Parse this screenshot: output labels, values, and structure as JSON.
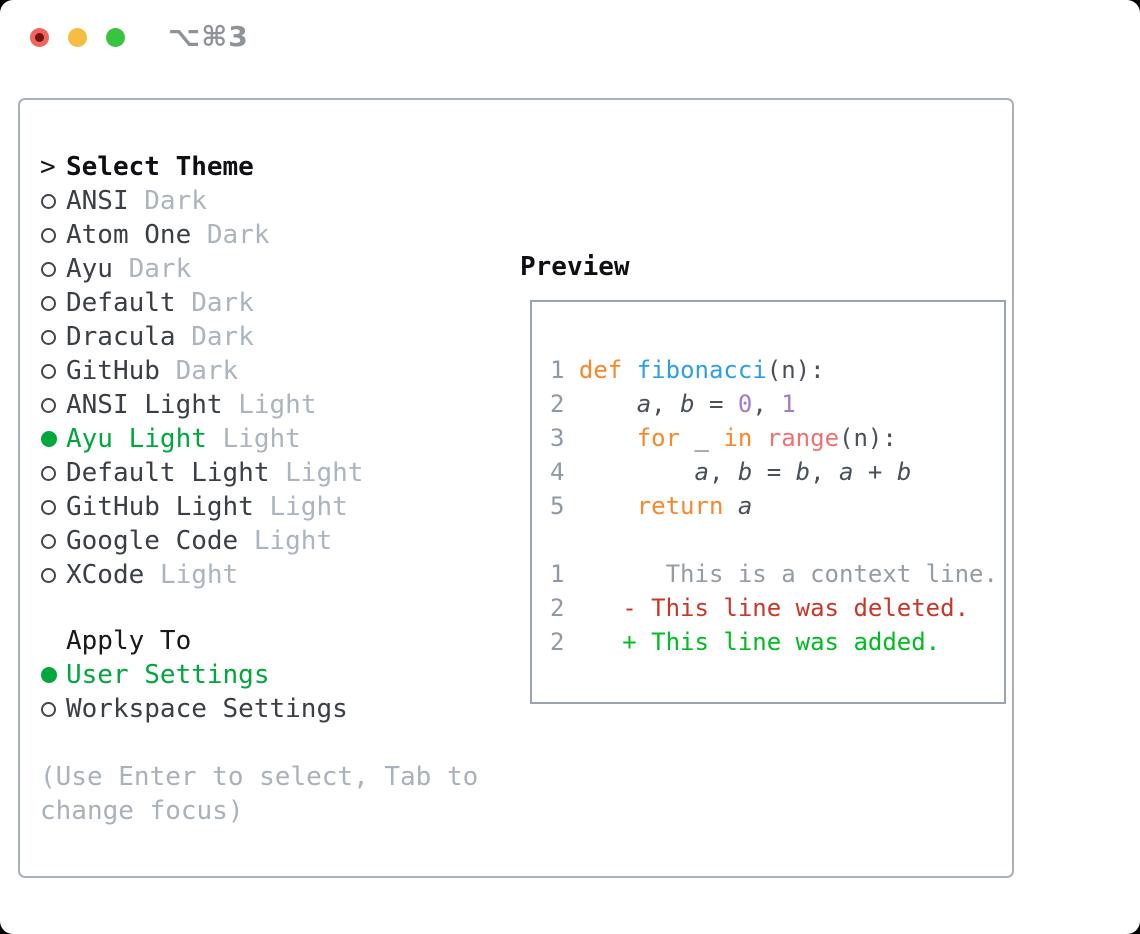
{
  "window": {
    "title": "⌥⌘3",
    "controls": [
      "close",
      "minimize",
      "zoom"
    ]
  },
  "colors": {
    "accent_green": "#00a73d",
    "added_green": "#00bb21",
    "deleted_red": "#c93728",
    "keyword_orange": "#f8872b",
    "function_blue": "#2f9fe5",
    "number_purple": "#a37acc",
    "call_coral": "#f07171",
    "line_number_gray": "#8f99a3",
    "context_gray": "#949ca4",
    "suffix_gray": "#abb4bf",
    "panel_border_gray": "#a9b0ba",
    "traffic_red": "#f2635c",
    "traffic_yellow": "#f5bd41",
    "traffic_green": "#38c440"
  },
  "theme_list": {
    "rows": [
      {
        "marker": "prompt",
        "label": "Select Theme",
        "suffix": "",
        "style": "header"
      },
      {
        "marker": "off",
        "label": "ANSI",
        "suffix": "Dark",
        "style": ""
      },
      {
        "marker": "off",
        "label": "Atom One",
        "suffix": "Dark",
        "style": ""
      },
      {
        "marker": "off",
        "label": "Ayu",
        "suffix": "Dark",
        "style": ""
      },
      {
        "marker": "off",
        "label": "Default",
        "suffix": "Dark",
        "style": ""
      },
      {
        "marker": "off",
        "label": "Dracula",
        "suffix": "Dark",
        "style": ""
      },
      {
        "marker": "off",
        "label": "GitHub",
        "suffix": "Dark",
        "style": ""
      },
      {
        "marker": "off",
        "label": "ANSI Light",
        "suffix": "Light",
        "style": ""
      },
      {
        "marker": "on",
        "label": "Ayu Light",
        "suffix": "Light",
        "style": "green"
      },
      {
        "marker": "off",
        "label": "Default Light",
        "suffix": "Light",
        "style": ""
      },
      {
        "marker": "off",
        "label": "GitHub Light",
        "suffix": "Light",
        "style": ""
      },
      {
        "marker": "off",
        "label": "Google Code",
        "suffix": "Light",
        "style": ""
      },
      {
        "marker": "off",
        "label": "XCode",
        "suffix": "Light",
        "style": ""
      }
    ]
  },
  "apply_to": {
    "rows": [
      {
        "marker": "none",
        "label": "Apply To",
        "suffix": "",
        "style": "section"
      },
      {
        "marker": "on",
        "label": "User Settings",
        "suffix": "",
        "style": "green"
      },
      {
        "marker": "off",
        "label": "Workspace Settings",
        "suffix": "",
        "style": ""
      }
    ]
  },
  "hint": {
    "lines": [
      "(Use Enter to select, Tab to",
      "change focus)"
    ]
  },
  "preview": {
    "title": "Preview",
    "code_lines": [
      [
        [
          "1",
          "num"
        ],
        [
          " ",
          "pl"
        ],
        [
          "def",
          "kw"
        ],
        [
          " ",
          "pl"
        ],
        [
          "fibonacci",
          "fn"
        ],
        [
          "(n):",
          "pl"
        ]
      ],
      [
        [
          "2",
          "num"
        ],
        [
          "     ",
          "pl"
        ],
        [
          "a",
          "var"
        ],
        [
          ", ",
          "pl"
        ],
        [
          "b",
          "var"
        ],
        [
          " = ",
          "pl"
        ],
        [
          "0",
          "lit"
        ],
        [
          ", ",
          "pl"
        ],
        [
          "1",
          "lit"
        ]
      ],
      [
        [
          "3",
          "num"
        ],
        [
          "     ",
          "pl"
        ],
        [
          "for",
          "kw"
        ],
        [
          " _ ",
          "pl"
        ],
        [
          "in",
          "kw"
        ],
        [
          " ",
          "pl"
        ],
        [
          "range",
          "call"
        ],
        [
          "(n):",
          "pl"
        ]
      ],
      [
        [
          "4",
          "num"
        ],
        [
          "         ",
          "pl"
        ],
        [
          "a",
          "var"
        ],
        [
          ", ",
          "pl"
        ],
        [
          "b",
          "var"
        ],
        [
          " = ",
          "pl"
        ],
        [
          "b",
          "var"
        ],
        [
          ", ",
          "pl"
        ],
        [
          "a",
          "var"
        ],
        [
          " + ",
          "pl"
        ],
        [
          "b",
          "var"
        ]
      ],
      [
        [
          "5",
          "num"
        ],
        [
          "     ",
          "pl"
        ],
        [
          "return",
          "kw"
        ],
        [
          " ",
          "pl"
        ],
        [
          "a",
          "var"
        ]
      ],
      [],
      [
        [
          "1",
          "num"
        ],
        [
          "       This is a context line.",
          "ctx"
        ]
      ],
      [
        [
          "2",
          "num"
        ],
        [
          "    ",
          "pl"
        ],
        [
          "- This line was deleted.",
          "del"
        ]
      ],
      [
        [
          "2",
          "num"
        ],
        [
          "    ",
          "pl"
        ],
        [
          "+ This line was added.",
          "add"
        ]
      ]
    ]
  }
}
